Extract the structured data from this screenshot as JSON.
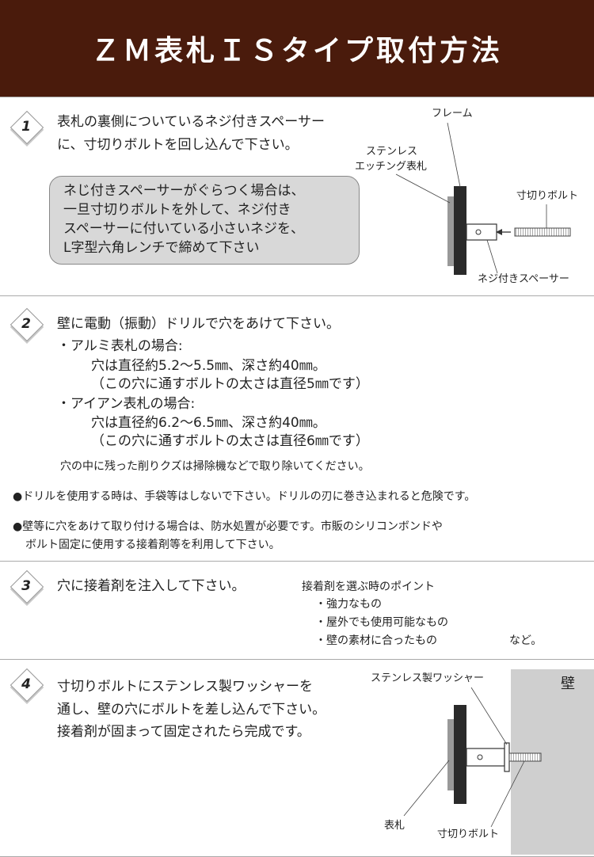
{
  "title": "ＺＭ表札ＩＳタイプ取付方法",
  "steps": [
    {
      "number": "1",
      "lines": [
        "表札の裏側についているネジ付きスペーサー",
        "に、寸切りボルトを回し込んで下さい。"
      ],
      "note": [
        "ネじ付きスペーサーがぐらつく場合は、",
        "一旦寸切りボルトを外して、ネジ付き",
        "スペーサーに付いている小さいネジを、",
        "L字型六角レンチで締めて下さい"
      ],
      "diagram_labels": {
        "frame": "フレーム",
        "plate_line1": "ステンレス",
        "plate_line2": "エッチング表札",
        "bolt": "寸切りボルト",
        "spacer": "ネジ付きスペーサー"
      }
    },
    {
      "number": "2",
      "lines": [
        "壁に電動（振動）ドリルで穴をあけて下さい。",
        "・アルミ表札の場合:",
        "穴は直径約5.2～5.5㎜、深さ約40㎜。",
        "（この穴に通すボルトの太さは直径5㎜です）",
        "・アイアン表札の場合:",
        "穴は直径約6.2～6.5㎜、深さ約40㎜。",
        "（この穴に通すボルトの太さは直径6㎜です）"
      ],
      "cleanup": "穴の中に残った削りクズは掃除機などで取り除いてください。",
      "warnings": [
        "●ドリルを使用する時は、手袋等はしないで下さい。ドリルの刃に巻き込まれると危険です。",
        "●壁等に穴をあけて取り付ける場合は、防水処置が必要です。市販のシリコンボンドや",
        "ボルト固定に使用する接着剤等を利用して下さい。"
      ]
    },
    {
      "number": "3",
      "text": "穴に接着剤を注入して下さい。",
      "points_title": "接着剤を選ぶ時のポイント",
      "points": [
        "・強力なもの",
        "・屋外でも使用可能なもの",
        "・壁の素材に合ったもの"
      ],
      "etc": "など。"
    },
    {
      "number": "4",
      "lines": [
        "寸切りボルトにステンレス製ワッシャーを",
        "通し、壁の穴にボルトを差し込んで下さい。",
        "接着剤が固まって固定されたら完成です。"
      ],
      "diagram_labels": {
        "washer": "ステンレス製ワッシャー",
        "wall": "壁",
        "plate": "表札",
        "bolt": "寸切りボルト"
      }
    }
  ],
  "colors": {
    "header_bg": "#4a1b0c",
    "note_bg": "#d8d8d8",
    "wall_bg": "#cfcfcf"
  }
}
